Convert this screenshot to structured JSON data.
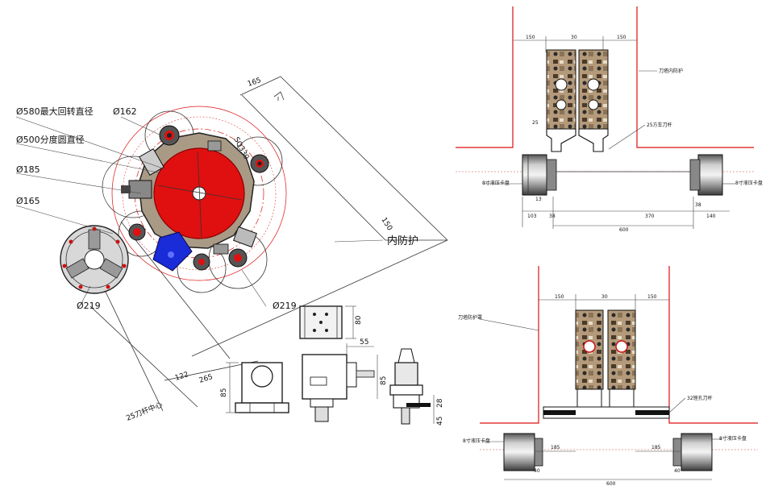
{
  "left_view": {
    "labels": {
      "max_swing": "Ø580最大回转直径",
      "index_circle": "Ø500分度圆直径",
      "d185": "Ø185",
      "d165": "Ø165",
      "d162": "Ø162",
      "d219_left": "Ø219",
      "d219_right": "Ø219",
      "sq330": "SQ330",
      "inner_guard": "内防护",
      "tool_center": "25刀杆中心",
      "dim_165": "165",
      "dim_150": "150",
      "dim_122": "122",
      "dim_265": "265"
    }
  },
  "parts": {
    "block_top_dim": "80",
    "holder_dim_55": "55",
    "holder_dim_85": "85",
    "bracket_dim_85": "85",
    "tool_dim_28": "28",
    "tool_dim_45": "45"
  },
  "top_right": {
    "dims": {
      "d150a": "150",
      "d30": "30",
      "d150b": "150",
      "d25": "25",
      "d13": "13",
      "d103": "103",
      "d38a": "38",
      "d370": "370",
      "d38b": "38",
      "d140": "140",
      "d600": "600"
    },
    "labels": {
      "guard": "刀塔内防护",
      "tool_25": "25方车刀杆",
      "chuck_left": "8寸液压卡盘",
      "chuck_right": "8寸液压卡盘"
    }
  },
  "bottom_right": {
    "dims": {
      "d150a": "150",
      "d30": "30",
      "d150b": "150",
      "d185a": "185",
      "d185b": "185",
      "d40a": "40",
      "d40b": "40",
      "d600": "600"
    },
    "labels": {
      "guard": "刀塔防护罩",
      "boring_bar": "32镗孔刀杆",
      "chuck_left": "8寸液压卡盘",
      "chuck_right": "8寸液压卡盘"
    }
  },
  "colors": {
    "turret_red": "#e01010",
    "tool_blue": "#1a2bd8",
    "guard_red": "#d11111"
  }
}
